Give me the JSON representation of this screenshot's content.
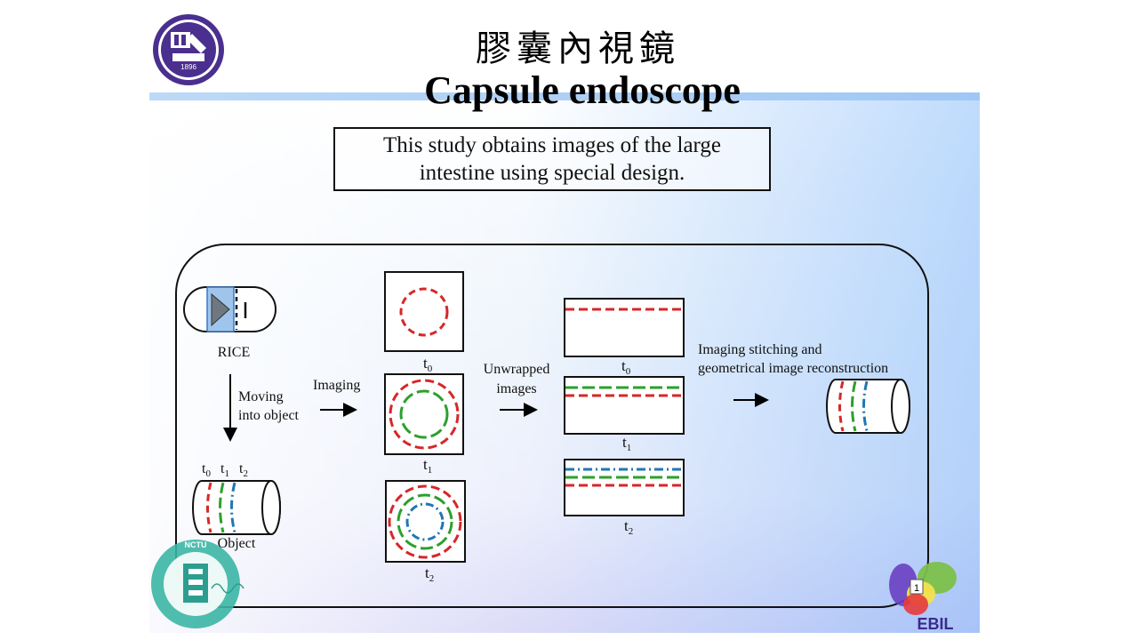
{
  "title_zh": "膠囊內視鏡",
  "title_en": "Capsule endoscope",
  "description_line1": "This study obtains images of the large",
  "description_line2": "intestine using special design.",
  "labels": {
    "rice": "RICE",
    "moving_line1": "Moving",
    "moving_line2": "into object",
    "imaging": "Imaging",
    "unwrapped_line1": "Unwrapped",
    "unwrapped_line2": "images",
    "stitching_line1": "Imaging stitching and",
    "stitching_line2": "geometrical image reconstruction",
    "object": "Object",
    "t_letter": "t",
    "sub0": "0",
    "sub1": "1",
    "sub2": "2"
  },
  "logos": {
    "nctu_year": "1896",
    "nctu_dept_abbr": "NCTU",
    "lab": "EBIL",
    "page_number": "1"
  },
  "colors": {
    "ring_red": "#d62728",
    "ring_green": "#2ca02c",
    "ring_blue": "#1f77b4",
    "lab_logo_purple": "#3a2a8c"
  }
}
